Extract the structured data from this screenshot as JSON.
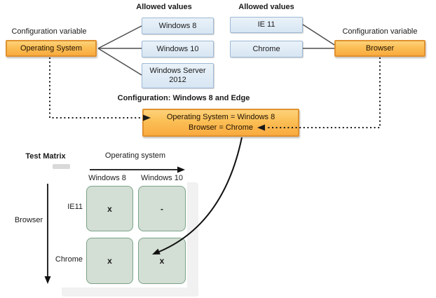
{
  "left_variable": {
    "caption": "Configuration variable",
    "name": "Operating System",
    "allowed_header": "Allowed values",
    "values": [
      "Windows 8",
      "Windows 10",
      "Windows Server 2012"
    ]
  },
  "right_variable": {
    "caption": "Configuration variable",
    "name": "Browser",
    "allowed_header": "Allowed values",
    "values": [
      "IE 11",
      "Chrome"
    ]
  },
  "configuration": {
    "title": "Configuration: Windows 8 and Edge",
    "assignments": [
      "Operating System = Windows 8",
      "Browser = Chrome"
    ]
  },
  "matrix": {
    "title": "Test Matrix",
    "column_axis_label": "Operating system",
    "row_axis_label": "Browser",
    "columns": [
      "Windows 8",
      "Windows 10"
    ],
    "rows": [
      "IE11",
      "Chrome"
    ],
    "cells": [
      [
        "x",
        "-"
      ],
      [
        "x",
        "x"
      ]
    ]
  },
  "colors": {
    "variable_fill_top": "#fdd279",
    "variable_fill_bottom": "#f9aa3f",
    "variable_border": "#e0912f",
    "value_fill": "#dde9f5",
    "value_border": "#9db9d6",
    "cell_fill": "#d3ded4",
    "cell_border": "#7ba389",
    "connector_line": "#4d4d4d",
    "arrow_black": "#111111",
    "shadow_gray": "#f1f1f1"
  }
}
